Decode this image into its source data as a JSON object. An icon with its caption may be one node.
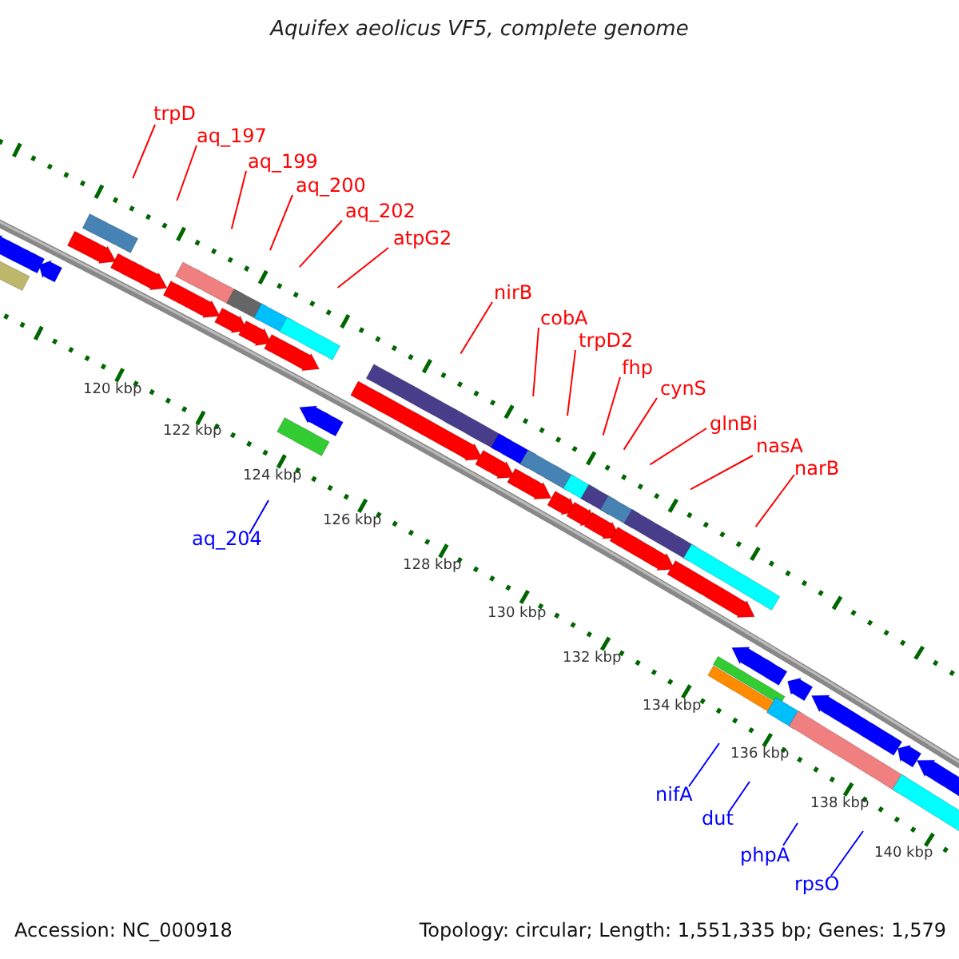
{
  "diagram": {
    "title": "Aquifex aeolicus VF5, complete genome",
    "nodes": [
      {
        "text": [
          "trpD"
        ]
      },
      {
        "text": [
          "aq_197"
        ]
      },
      {
        "text": [
          "aq_199"
        ]
      },
      {
        "text": [
          "aq_200"
        ]
      },
      {
        "text": [
          "aq_202"
        ]
      },
      {
        "text": [
          "atpG2"
        ]
      },
      {
        "text": [
          "nirB"
        ]
      },
      {
        "text": [
          "cobA"
        ]
      },
      {
        "text": [
          "trpD2"
        ]
      },
      {
        "text": [
          "fhp"
        ]
      },
      {
        "text": [
          "cynS"
        ]
      },
      {
        "text": [
          "glnBi"
        ]
      },
      {
        "text": [
          "nasA"
        ]
      },
      {
        "text": [
          "narB"
        ]
      },
      {
        "text": [
          "aq_204"
        ]
      },
      {
        "text": [
          "nifA"
        ]
      },
      {
        "text": [
          "dut"
        ]
      },
      {
        "text": [
          "phpA"
        ]
      },
      {
        "text": [
          "rpsO"
        ]
      }
    ],
    "edges": [
      {
        "from": 0,
        "to": null,
        "arrow": "none"
      },
      {
        "from": 1,
        "to": null,
        "arrow": "none"
      },
      {
        "from": 2,
        "to": null,
        "arrow": "none"
      },
      {
        "from": 3,
        "to": null,
        "arrow": "none"
      },
      {
        "from": 4,
        "to": null,
        "arrow": "none"
      },
      {
        "from": 5,
        "to": null,
        "arrow": "none"
      },
      {
        "from": 6,
        "to": null,
        "arrow": "none"
      },
      {
        "from": 7,
        "to": null,
        "arrow": "none"
      },
      {
        "from": 8,
        "to": null,
        "arrow": "none"
      },
      {
        "from": 9,
        "to": null,
        "arrow": "none"
      },
      {
        "from": 10,
        "to": null,
        "arrow": "none"
      },
      {
        "from": 11,
        "to": null,
        "arrow": "none"
      },
      {
        "from": 12,
        "to": null,
        "arrow": "none"
      },
      {
        "from": 13,
        "to": null,
        "arrow": "none"
      },
      {
        "from": 14,
        "to": null,
        "arrow": "none",
        "color": "#0000ff"
      },
      {
        "from": 15,
        "to": null,
        "arrow": "none",
        "color": "#0000ff"
      },
      {
        "from": 16,
        "to": null,
        "arrow": "none",
        "color": "#0000ff"
      },
      {
        "from": 17,
        "to": null,
        "arrow": "none",
        "color": "#0000ff"
      },
      {
        "from": 18,
        "to": null,
        "arrow": "none",
        "color": "#0000ff"
      }
    ],
    "labels": [
      "120 kbp",
      "122 kbp",
      "124 kbp",
      "126 kbp",
      "128 kbp",
      "130 kbp",
      "132 kbp",
      "134 kbp",
      "136 kbp",
      "138 kbp",
      "140 kbp",
      "Accession: NC_000918",
      "Topology: circular; Length: 1,551,335 bp; Genes: 1,579"
    ]
  }
}
